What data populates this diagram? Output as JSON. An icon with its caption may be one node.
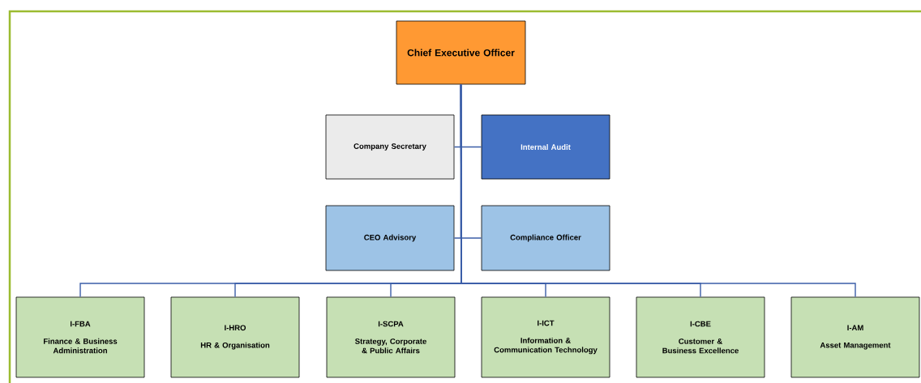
{
  "diagram": {
    "nodes": [
      {
        "text": [
          "Chief Executive Officer"
        ]
      },
      {
        "text": [
          "Company Secretary"
        ]
      },
      {
        "text": [
          "Internal Audit"
        ]
      },
      {
        "text": [
          "CEO Advisory"
        ]
      },
      {
        "text": [
          "Compliance Officer"
        ]
      },
      {
        "text": [
          "I-FBA",
          "Finance & Business Administration"
        ]
      },
      {
        "text": [
          "I-HRO",
          "HR & Organisation"
        ]
      },
      {
        "text": [
          "I-SCPA",
          "Strategy, Corporate & Public Affairs"
        ]
      },
      {
        "text": [
          "I-ICT",
          "Information & Communication Technology"
        ]
      },
      {
        "text": [
          "I-CBE",
          "Customer & Business Excellence"
        ]
      },
      {
        "text": [
          "I-AM",
          "Asset Management"
        ]
      }
    ],
    "edges": [
      {
        "from": 0,
        "to": 1,
        "arrow": "none"
      },
      {
        "from": 0,
        "to": 2,
        "arrow": "none"
      },
      {
        "from": 0,
        "to": 3,
        "arrow": "none"
      },
      {
        "from": 0,
        "to": 4,
        "arrow": "none"
      },
      {
        "from": 0,
        "to": 5,
        "arrow": "none"
      },
      {
        "from": 0,
        "to": 6,
        "arrow": "none"
      },
      {
        "from": 0,
        "to": 7,
        "arrow": "none"
      },
      {
        "from": 0,
        "to": 8,
        "arrow": "none"
      },
      {
        "from": 0,
        "to": 9,
        "arrow": "none"
      },
      {
        "from": 0,
        "to": 10,
        "arrow": "none"
      }
    ]
  }
}
